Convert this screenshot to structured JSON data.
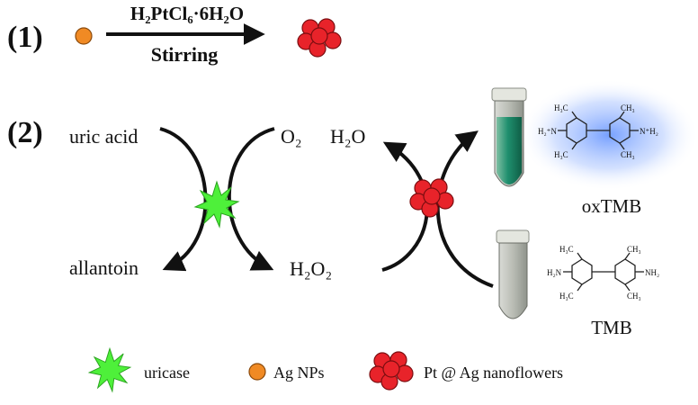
{
  "step1": {
    "label": "(1)",
    "reagent": "H₂PtCl₆·6H₂O",
    "condition": "Stirring"
  },
  "step2": {
    "label": "(2)",
    "uric_acid": "uric acid",
    "allantoin": "allantoin",
    "o2": "O₂",
    "h2o": "H₂O",
    "h2o2": "H₂O₂",
    "oxtmb": "oxTMB",
    "tmb": "TMB"
  },
  "oxtmb_structure": {
    "left_group": "H₂⁺N",
    "right_group": "N⁺H₂",
    "methyl": "H₃C",
    "methyl_r": "CH₃"
  },
  "tmb_structure": {
    "left_group": "H₂N",
    "right_group": "NH₂",
    "methyl": "H₃C",
    "methyl_r": "CH₃"
  },
  "legend": {
    "uricase": "uricase",
    "ag_nps": "Ag NPs",
    "nanoflowers": "Pt @ Ag nanoflowers"
  },
  "colors": {
    "ag": "#f08a24",
    "pt": "#e8232a",
    "uricase": "#4ef03a",
    "oxtmb_tube": "#1f8f6e",
    "glow": "#7aa7ff"
  }
}
